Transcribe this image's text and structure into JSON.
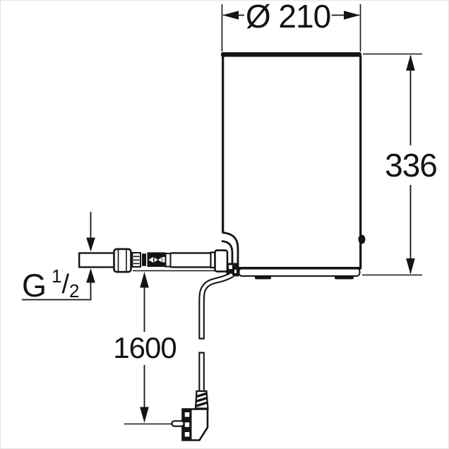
{
  "drawing": {
    "background": "#ffffff",
    "line_color": "#141414",
    "frame_color": "#e4e4e4"
  },
  "dimensions": {
    "diameter": {
      "label": "Ø 210",
      "orientation": "horizontal-top"
    },
    "height": {
      "label": "336",
      "orientation": "vertical-right"
    },
    "cable_length": {
      "label": "1600",
      "orientation": "vertical-left"
    },
    "thread": {
      "prefix": "G",
      "numerator": "1",
      "denominator": "2"
    }
  }
}
